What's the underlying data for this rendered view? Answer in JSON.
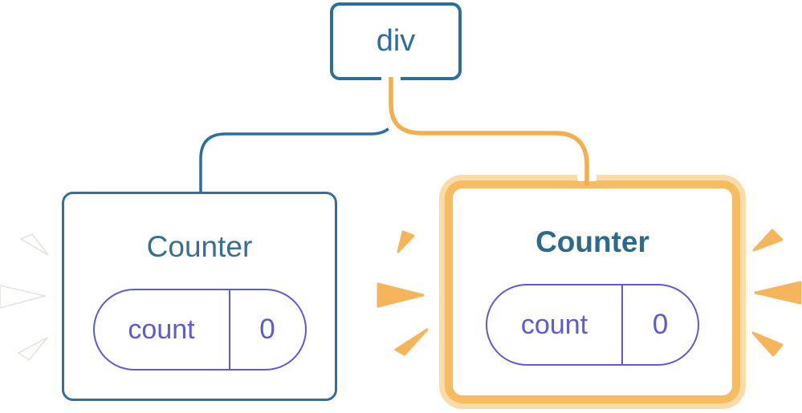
{
  "diagram": {
    "description": "React render tree: parent div with two Counter children, right one highlighted as re-rendering",
    "root": {
      "label": "div"
    },
    "children": [
      {
        "title": "Counter",
        "state_name": "count",
        "state_value": "0",
        "highlighted": false
      },
      {
        "title": "Counter",
        "state_name": "count",
        "state_value": "0",
        "highlighted": true
      }
    ]
  },
  "colors": {
    "node_blue": "#2E6E9E",
    "title_blue": "#35708E",
    "title_blue_bold": "#2D6A8A",
    "state_purple": "#5B5BD6",
    "edge_orange": "#F5AE4C",
    "highlight_ring_orange": "#F8BC60",
    "highlight_ring_light": "#FBDCA8",
    "burst_orange": "#F6B45B",
    "burst_white": "#FFFFFF"
  }
}
